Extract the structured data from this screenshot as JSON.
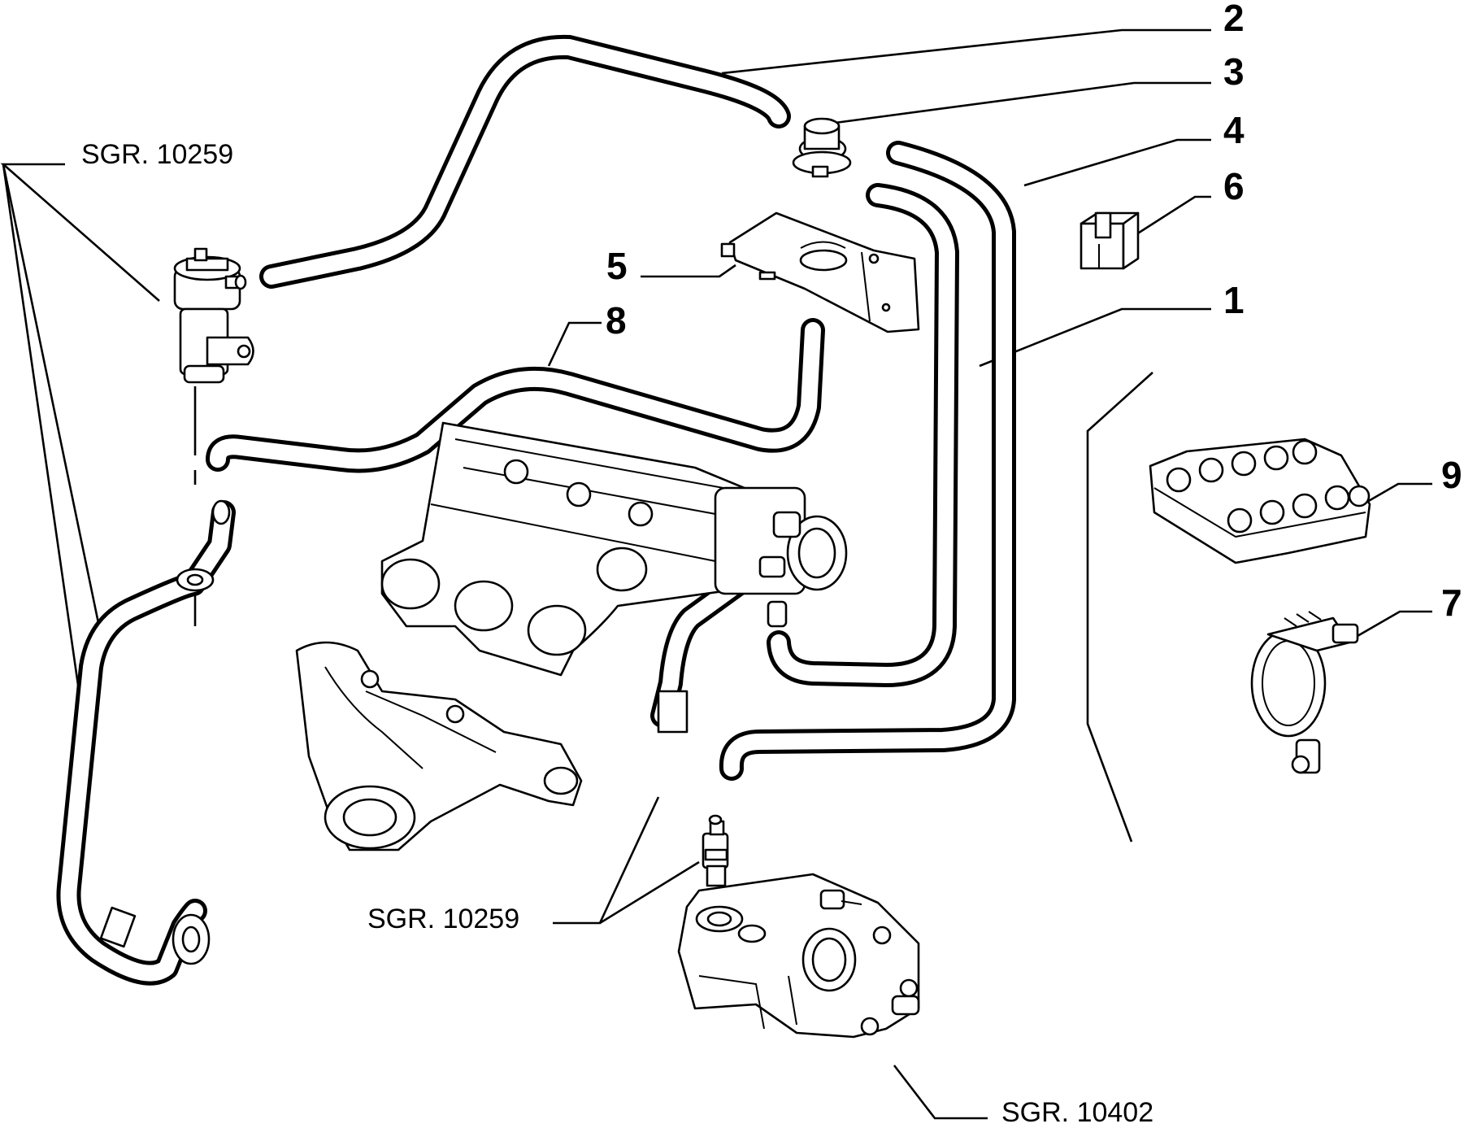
{
  "labels": {
    "p1": "1",
    "p2": "2",
    "p3": "3",
    "p4": "4",
    "p5": "5",
    "p6": "6",
    "p7": "7",
    "p8": "8",
    "p9": "9"
  },
  "references": {
    "ref_left": "SGR. 10259",
    "ref_center": "SGR. 10259",
    "ref_bottom": "SGR. 10402"
  }
}
